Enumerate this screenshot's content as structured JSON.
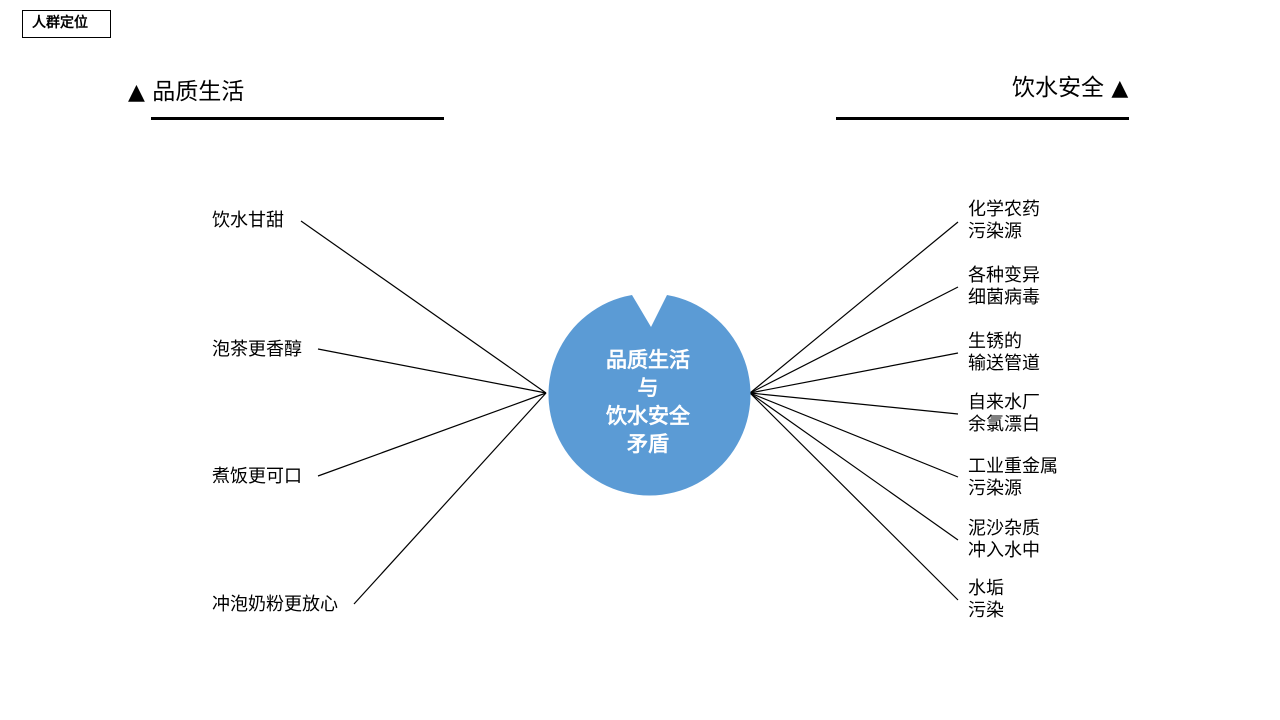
{
  "page_tag": "人群定位",
  "headings": {
    "left": {
      "arrow": "▲",
      "text": "品质生活"
    },
    "right": {
      "arrow": "▲",
      "text": "饮水安全"
    }
  },
  "center": {
    "lines": [
      "品质生活",
      "与",
      "饮水安全",
      "矛盾"
    ],
    "color": "#5b9bd5"
  },
  "left_items": [
    {
      "text": "饮水甘甜"
    },
    {
      "text": "泡茶更香醇"
    },
    {
      "text": "煮饭更可口"
    },
    {
      "text": "冲泡奶粉更放心"
    }
  ],
  "right_items": [
    {
      "line1": "化学农药",
      "line2": "污染源"
    },
    {
      "line1": "各种变异",
      "line2": "细菌病毒"
    },
    {
      "line1": "生锈的",
      "line2": "输送管道"
    },
    {
      "line1": "自来水厂",
      "line2": "余氯漂白"
    },
    {
      "line1": "工业重金属",
      "line2": "污染源"
    },
    {
      "line1": "泥沙杂质",
      "line2": "冲入水中"
    },
    {
      "line1": "水垢",
      "line2": "污染"
    }
  ]
}
